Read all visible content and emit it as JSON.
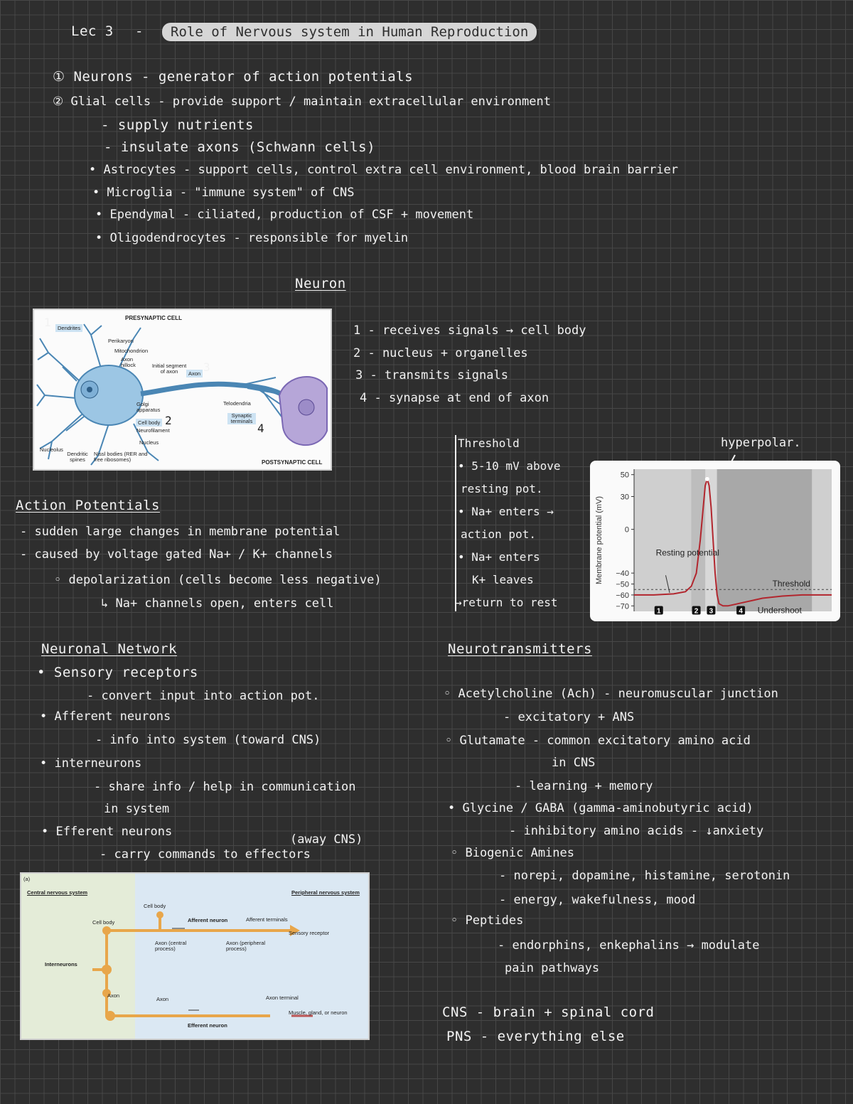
{
  "header": {
    "lec": "Lec 3",
    "dash": "-",
    "title": "Role of Nervous system in Human Reproduction"
  },
  "intro": {
    "l1": "① Neurons - generator of action potentials",
    "l2": "② Glial cells - provide support / maintain extracellular environment",
    "l3": "- supply nutrients",
    "l4": "- insulate axons (Schwann cells)",
    "l5": "• Astrocytes - support cells, control extra cell environment, blood brain barrier",
    "l6": "• Microglia - \"immune system\" of CNS",
    "l7": "• Ependymal - ciliated, production of CSF + movement",
    "l8": "• Oligodendrocytes - responsible for myelin"
  },
  "neuron_heading": "Neuron",
  "neuron_diagram": {
    "presynaptic": "PRESYNAPTIC CELL",
    "postsynaptic": "POSTSYNAPTIC CELL",
    "dendrites": "Dendrites",
    "perikaryon": "Perikaryon",
    "mitochondrion": "Mitochondrion",
    "axon_hillock": "Axon hillock",
    "initial_segment": "Initial segment of axon",
    "axon": "Axon",
    "golgi": "Golgi apparatus",
    "cell_body": "Cell body",
    "neurofilament": "Neurofilament",
    "nucleus": "Nucleus",
    "nucleolus": "Nucleolus",
    "dendritic_spines": "Dendritic spines",
    "nissl": "Nissl bodies (RER and free ribosomes)",
    "telodendria": "Telodendria",
    "synaptic_terminals": "Synaptic terminals",
    "n1": "1",
    "n2": "2",
    "n3": "3",
    "n4": "4"
  },
  "neuron_notes": {
    "a": "1 - receives signals → cell body",
    "b": "2 - nucleus + organelles",
    "c": "3 - transmits signals",
    "d": "4 - synapse at end of axon"
  },
  "threshold_notes": {
    "title": "Threshold",
    "a": "• 5-10 mV above",
    "b": "resting pot.",
    "c": "• Na+ enters →",
    "d": "action pot.",
    "e": "• Na+ enters",
    "f": "K+ leaves",
    "g": "→return to rest"
  },
  "hyperpolar": "hyperpolar.",
  "chart_data": {
    "type": "line",
    "title": "",
    "ylabel": "Membrane potential (mV)",
    "xlabel": "",
    "ylim": [
      -75,
      55
    ],
    "yticks": [
      50,
      30,
      0,
      -40,
      -50,
      -60,
      -70
    ],
    "ytick_labels": [
      "50",
      "30",
      "0",
      "−40",
      "−50",
      "−60",
      "−70"
    ],
    "threshold": -55,
    "threshold_label": "Threshold",
    "resting_label": "Resting potential",
    "undershoot_label": "Undershoot",
    "phase_labels": [
      "1",
      "2",
      "3",
      "4"
    ],
    "grid": false,
    "series": [
      {
        "x": [
          0,
          20,
          40,
          52,
          58,
          63,
          67,
          70,
          72,
          74,
          76,
          78,
          80,
          82,
          84,
          86,
          90,
          95,
          100,
          110,
          120,
          130,
          150,
          170,
          200
        ],
        "values": [
          -60,
          -60,
          -59,
          -57,
          -52,
          -40,
          -10,
          20,
          40,
          46,
          40,
          20,
          -10,
          -40,
          -60,
          -68,
          -70,
          -70,
          -69,
          -67,
          -65,
          -63,
          -61,
          -60,
          -60
        ]
      }
    ]
  },
  "action_potentials": {
    "heading": "Action Potentials",
    "a": "- sudden large changes in membrane potential",
    "b": "- caused by voltage gated Na+ / K+ channels",
    "c": "◦ depolarization (cells become less negative)",
    "d": "↳ Na+ channels open, enters cell"
  },
  "network": {
    "heading": "Neuronal Network",
    "a": "• Sensory receptors",
    "b": "- convert input into action pot.",
    "c": "• Afferent neurons",
    "d": "- info into system (toward CNS)",
    "e": "• interneurons",
    "f": "- share info / help in communication",
    "g": "in system",
    "h": "• Efferent neurons",
    "i": "(away CNS)",
    "j": "- carry commands to effectors"
  },
  "ns_diagram": {
    "panel": "(a)",
    "cns": "Central nervous system",
    "pns": "Peripheral nervous system",
    "cell_body_top": "Cell body",
    "cell_body_left": "Cell body",
    "afferent_neuron": "Afferent neuron",
    "afferent_terminals": "Afferent terminals",
    "sensory_receptor": "Sensory receptor",
    "axon_central": "Axon (central process)",
    "axon_peripheral": "Axon (peripheral process)",
    "interneurons": "Interneurons",
    "axon_mid": "Axon",
    "axon_bottom": "Axon",
    "axon_terminal": "Axon terminal",
    "effector": "Muscle, gland, or neuron",
    "efferent_neuron": "Efferent neuron"
  },
  "neurotransmitters": {
    "heading": "Neurotransmitters",
    "a": "◦ Acetylcholine (Ach) - neuromuscular junction",
    "b": "- excitatory + ANS",
    "c": "◦ Glutamate - common excitatory amino acid",
    "d": "in CNS",
    "e": "- learning + memory",
    "f": "• Glycine / GABA (gamma-aminobutyric acid)",
    "g": "- inhibitory amino acids - ↓anxiety",
    "h": "◦ Biogenic Amines",
    "i": "- norepi, dopamine, histamine, serotonin",
    "j": "- energy, wakefulness, mood",
    "k": "◦ Peptides",
    "l": "- endorphins, enkephalins → modulate",
    "m": "pain pathways"
  },
  "summary": {
    "cns": "CNS - brain + spinal cord",
    "pns": "PNS - everything else"
  }
}
